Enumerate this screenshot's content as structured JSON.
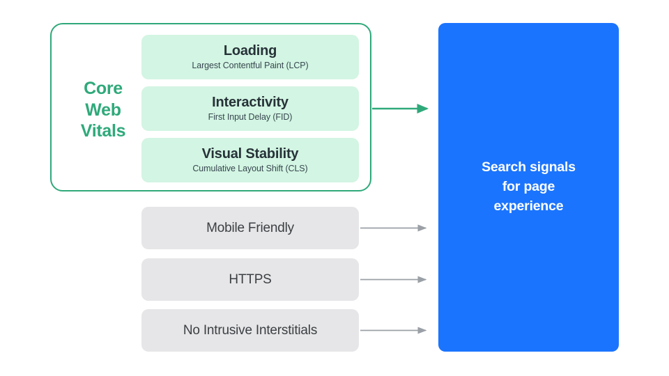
{
  "diagram": {
    "title": "Search signals for page experience",
    "background": "#FFFFFF",
    "colors": {
      "green_accent": "#2FA97A",
      "green_card_fill": "#D3F5E3",
      "gray_card_fill": "#E6E6E8",
      "blue_panel": "#1B74FE",
      "dark_text": "#263238",
      "gray_text": "#3C4043",
      "gray_arrow": "#9AA0A6"
    }
  },
  "core_web_vitals": {
    "group_label": "Core\nWeb\nVitals",
    "group_label_lines": [
      "Core",
      "Web",
      "Vitals"
    ],
    "metrics": [
      {
        "title": "Loading",
        "subtitle": "Largest Contentful Paint (LCP)"
      },
      {
        "title": "Interactivity",
        "subtitle": "First Input Delay (FID)"
      },
      {
        "title": "Visual Stability",
        "subtitle": "Cumulative Layout Shift (CLS)"
      }
    ]
  },
  "other_signals": [
    {
      "label": "Mobile Friendly"
    },
    {
      "label": "HTTPS"
    },
    {
      "label": "No Intrusive Interstitials"
    }
  ],
  "output_panel": {
    "text": "Search signals\nfor page\nexperience"
  },
  "arrows": {
    "core_web_vitals_arrow_color": "#2FA97A",
    "signal_arrow_color": "#9AA0A6"
  }
}
